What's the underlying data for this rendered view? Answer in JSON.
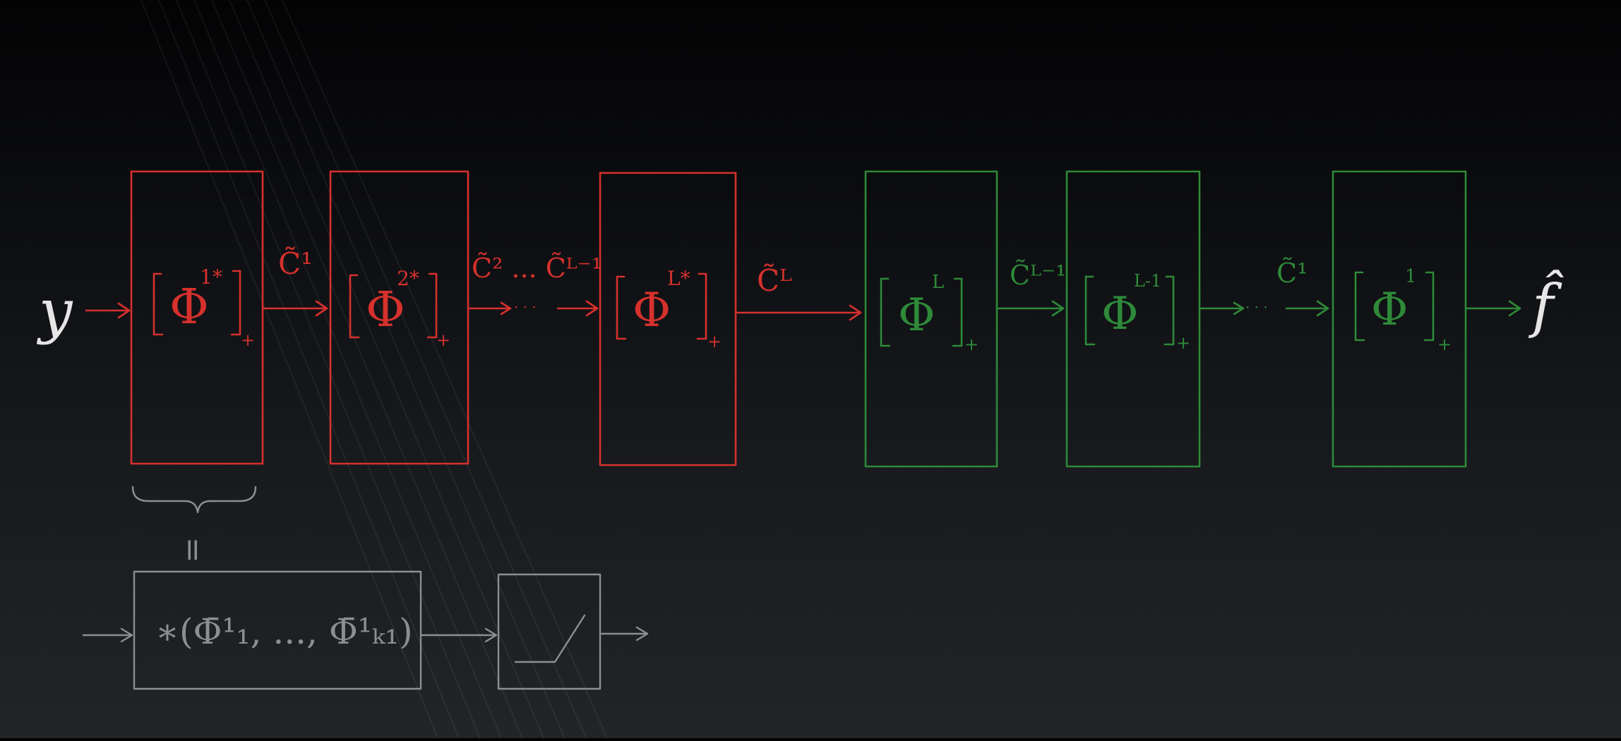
{
  "input_label": "y",
  "output_label": "f̂",
  "colors": {
    "encoder": "#d6312d",
    "decoder": "#2e8a38",
    "detail": "#8c8e93",
    "io": "#e6e6e6"
  },
  "encoder_blocks": [
    {
      "operator": "Φ",
      "sup": "1*",
      "sub": "+"
    },
    {
      "operator": "Φ",
      "sup": "2*",
      "sub": "+"
    },
    {
      "operator": "Φ",
      "sup": "L*",
      "sub": "+"
    }
  ],
  "encoder_arrows": [
    {
      "label": "C̃¹"
    },
    {
      "label": "C̃² ... C̃ᴸ⁻¹",
      "dots": "· · ·"
    },
    {
      "label": "C̃ᴸ"
    }
  ],
  "decoder_blocks": [
    {
      "operator": "Φ",
      "sup": "L",
      "sub": "+"
    },
    {
      "operator": "Φ",
      "sup": "L-1",
      "sub": "+"
    },
    {
      "operator": "Φ",
      "sup": "1",
      "sub": "+"
    }
  ],
  "decoder_arrows": [
    {
      "label": "C̃ᴸ⁻¹"
    },
    {
      "label": "C̃¹",
      "dots": "· · ·"
    }
  ],
  "detail": {
    "equals": "=",
    "convolution": "∗(Φ̄¹₁, ..., Φ̄¹ₖ₁)"
  }
}
